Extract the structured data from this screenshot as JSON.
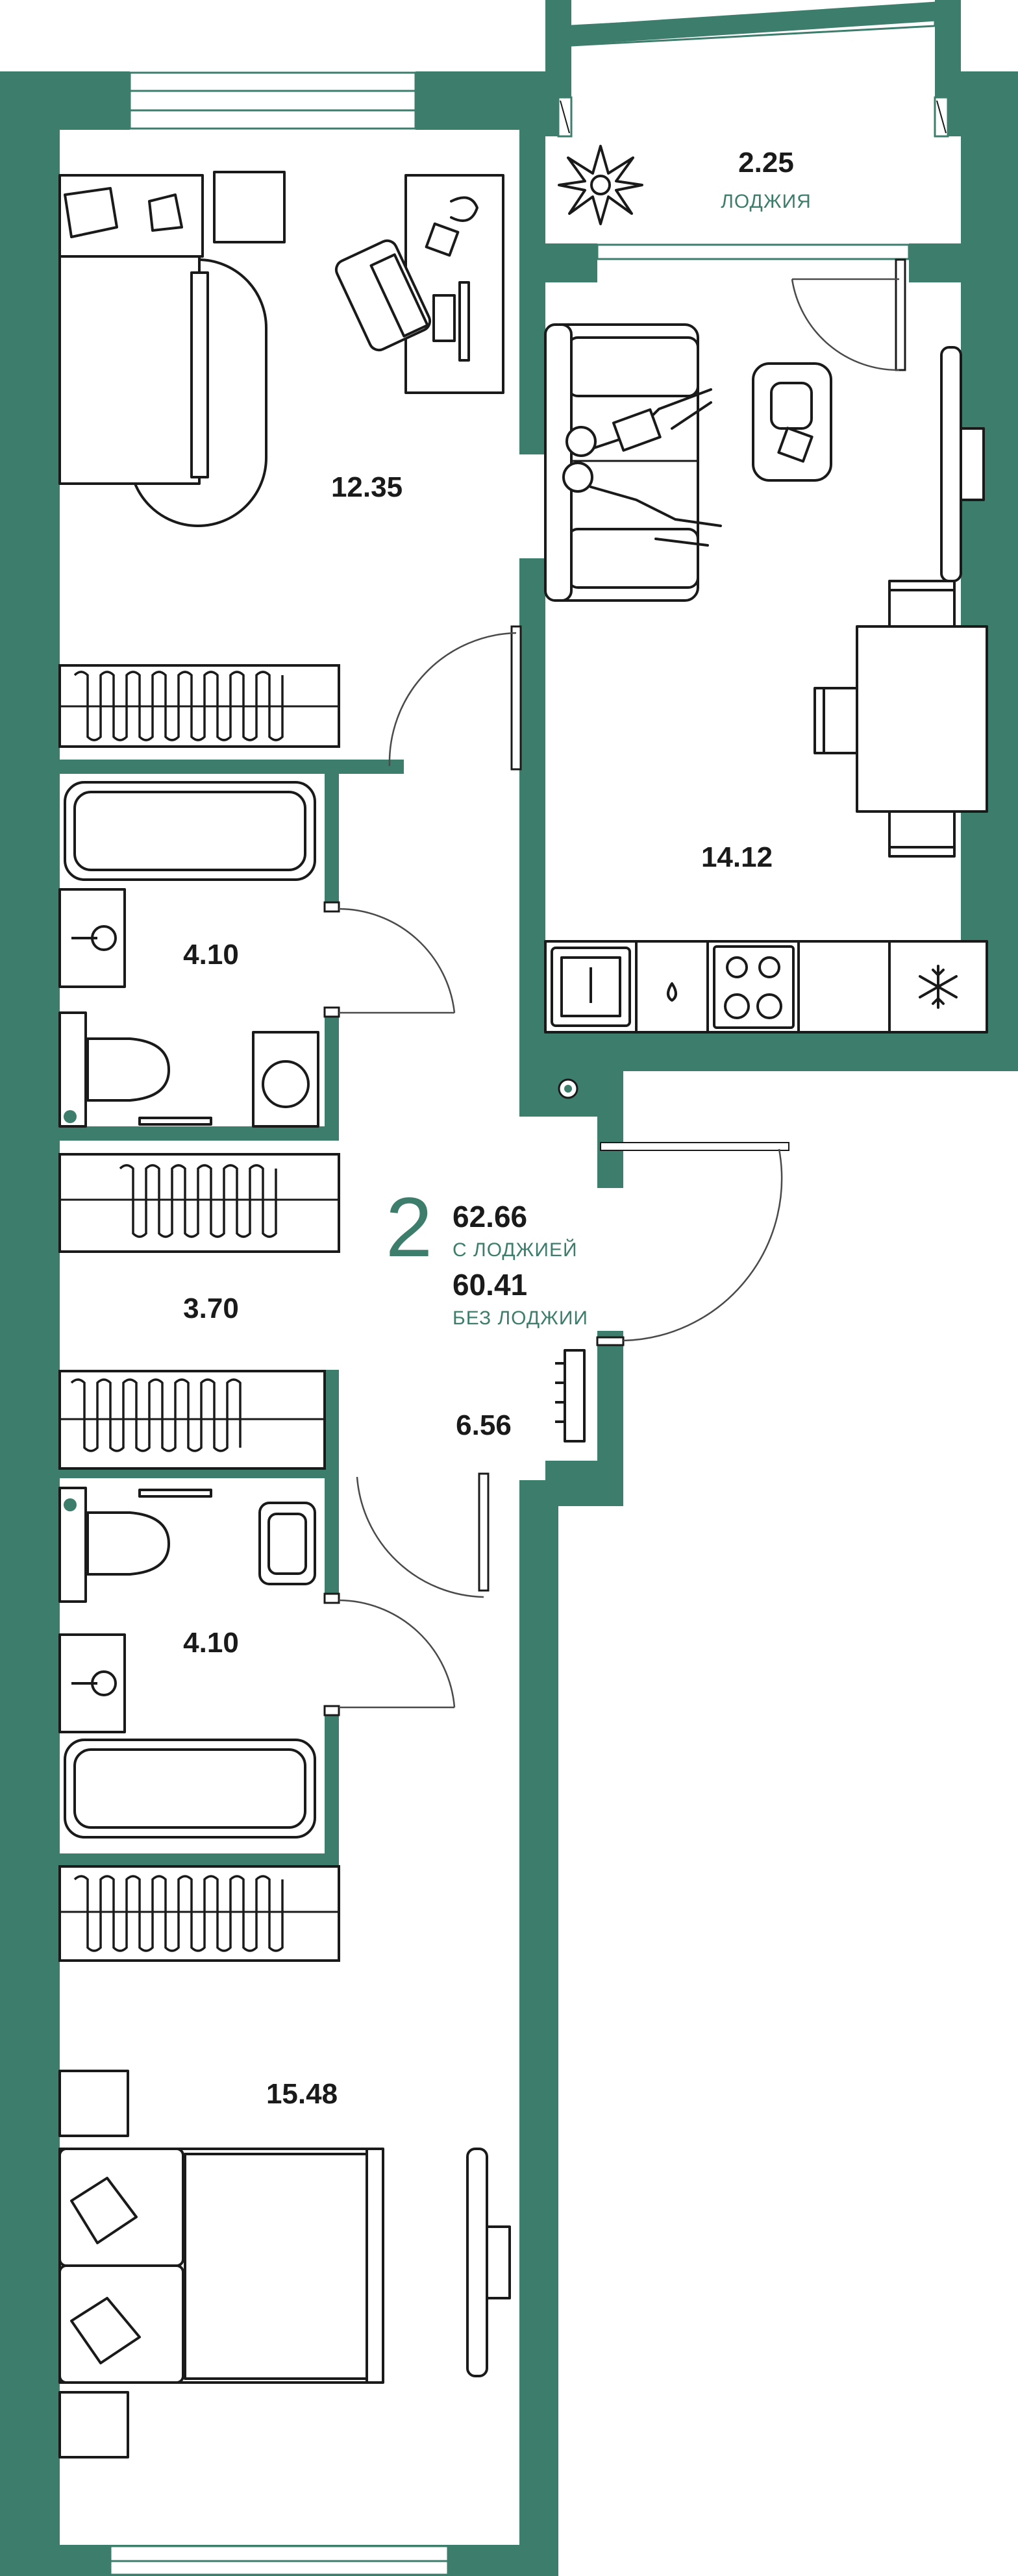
{
  "apartment": {
    "rooms_count": "2",
    "total_with_loggia": "62.66",
    "with_loggia_label": "С ЛОДЖИЕЙ",
    "total_without_loggia": "60.41",
    "without_loggia_label": "БЕЗ ЛОДЖИИ"
  },
  "rooms": {
    "loggia": {
      "area": "2.25",
      "label": "ЛОДЖИЯ"
    },
    "bedroom_top": {
      "area": "12.35"
    },
    "living_kitchen": {
      "area": "14.12"
    },
    "bathroom_top": {
      "area": "4.10"
    },
    "closet": {
      "area": "3.70"
    },
    "hallway": {
      "area": "6.56"
    },
    "bathroom_bottom": {
      "area": "4.10"
    },
    "bedroom_bottom": {
      "area": "15.48"
    }
  },
  "colors": {
    "wall": "#3d7d6b",
    "furniture_line": "#1a1a1a",
    "accent_text": "#3d7d6b"
  },
  "icons": [
    "plant-icon",
    "snowflake-icon",
    "water-drop-icon"
  ]
}
